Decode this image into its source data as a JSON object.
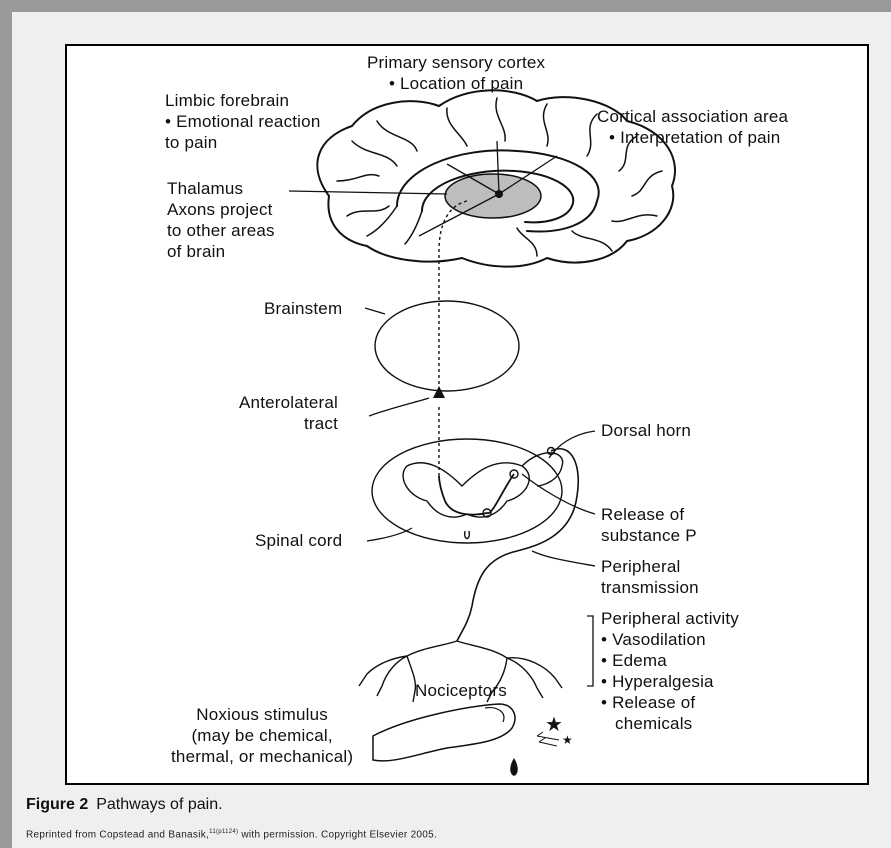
{
  "labels": {
    "primary_sensory": [
      "Primary sensory cortex",
      "• Location of pain"
    ],
    "limbic": [
      "Limbic forebrain",
      "• Emotional reaction",
      "to pain"
    ],
    "cortical": [
      "Cortical association area",
      "• Interpretation of pain"
    ],
    "thalamus": [
      "Thalamus",
      "Axons project",
      "to other areas",
      "of brain"
    ],
    "brainstem": "Brainstem",
    "anterolateral": [
      "Anterolateral",
      "tract"
    ],
    "dorsal_horn": "Dorsal horn",
    "spinal_cord": "Spinal cord",
    "substance_p": [
      "Release of",
      "substance P"
    ],
    "peripheral_transmission": [
      "Peripheral",
      "transmission"
    ],
    "peripheral_activity": [
      "Peripheral activity",
      "• Vasodilation",
      "• Edema",
      "• Hyperalgesia",
      "• Release of",
      "chemicals"
    ],
    "nociceptors": "Nociceptors",
    "noxious": [
      "Noxious stimulus",
      "(may be chemical,",
      "thermal, or mechanical)"
    ]
  },
  "caption": {
    "figure_label": "Figure 2",
    "figure_title": "Pathways of pain.",
    "credit_prefix": "Reprinted from Copstead and Banasik,",
    "credit_refs": "11(p1124)",
    "credit_suffix": " with permission. Copyright Elsevier 2005."
  },
  "colors": {
    "frame": "#9a9a9a",
    "panel": "#efefef",
    "figure_bg": "#ffffff",
    "ink": "#111111",
    "thalamus_fill": "#bdbdbd"
  }
}
